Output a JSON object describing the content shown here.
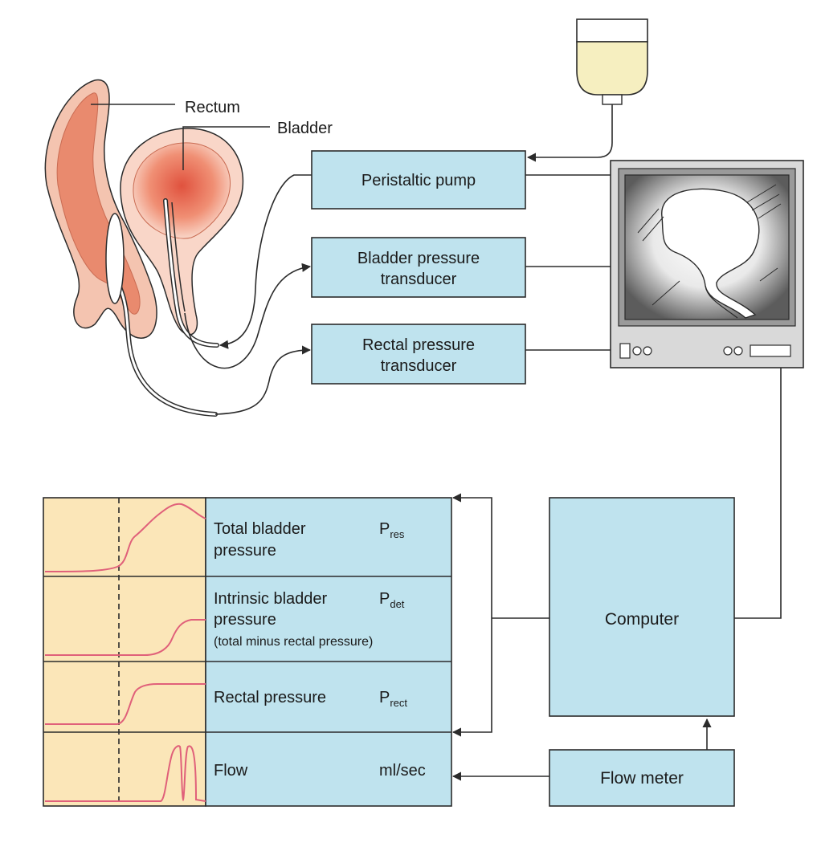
{
  "anatomy": {
    "rectum_label": "Rectum",
    "bladder_label": "Bladder"
  },
  "boxes": {
    "pump": "Peristaltic pump",
    "bladder_transducer": [
      "Bladder pressure",
      "transducer"
    ],
    "rectal_transducer": [
      "Rectal pressure",
      "transducer"
    ],
    "computer": "Computer",
    "flow_meter": "Flow meter"
  },
  "recording_rows": [
    {
      "name_lines": [
        "Total bladder",
        "pressure"
      ],
      "symbol": "P",
      "subscript": "res"
    },
    {
      "name_lines": [
        "Intrinsic bladder",
        "pressure"
      ],
      "note": "(total minus rectal pressure)",
      "symbol": "P",
      "subscript": "det"
    },
    {
      "name_lines": [
        "Rectal pressure"
      ],
      "symbol": "P",
      "subscript": "rect"
    },
    {
      "name_lines": [
        "Flow"
      ],
      "symbol": "ml/sec",
      "subscript": ""
    }
  ],
  "colors": {
    "box_fill": "#bfe3ee",
    "trace_panel_fill": "#fbe6b8",
    "trace_line": "#e0607a",
    "tissue_fill": "#f4c4b0",
    "tissue_inner": "#e98a6e",
    "fluid_fill": "#f6efc0"
  },
  "icons": [
    "infusion-bag-icon",
    "monitor-icon",
    "catheter-icon"
  ]
}
